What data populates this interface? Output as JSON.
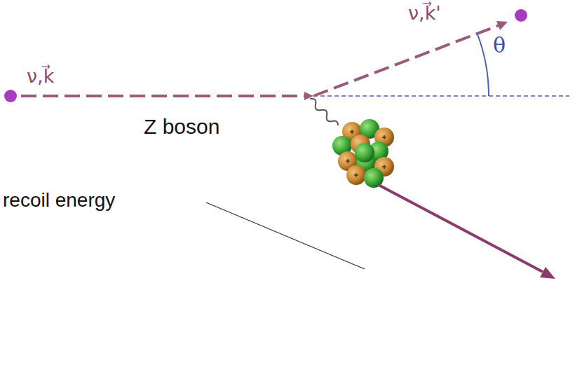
{
  "diagram": {
    "labels": [
      "ν,k⃗",
      "ν,k⃗'",
      "θ",
      "Z boson",
      "recoil energy"
    ]
  }
}
